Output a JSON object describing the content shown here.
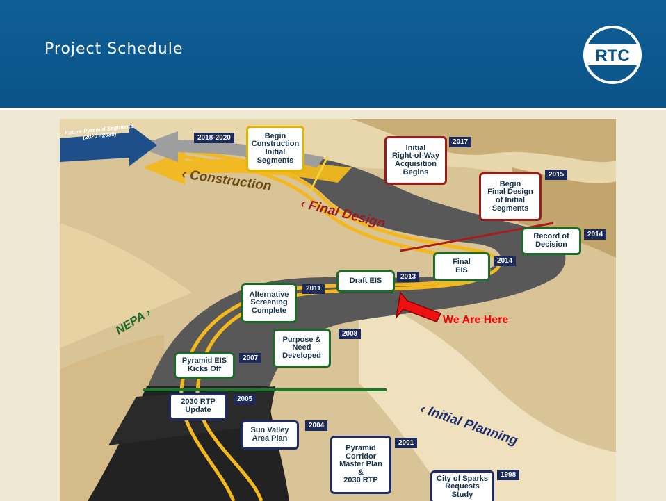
{
  "header": {
    "title": "Project Schedule",
    "logo_text": "RTC"
  },
  "milestones": [
    {
      "key": "begin_construction",
      "text": "Begin\nConstruction\nInitial\nSegments",
      "year": "2018-2020"
    },
    {
      "key": "row_acq",
      "text": "Initial\nRight-of-Way\nAcquisition\nBegins",
      "year": "2017"
    },
    {
      "key": "begin_final_design",
      "text": "Begin\nFinal Design\nof Initial\nSegments",
      "year": "2015"
    },
    {
      "key": "record_of_decision",
      "text": "Record of\nDecision",
      "year": "2014"
    },
    {
      "key": "final_eis",
      "text": "Final\nEIS",
      "year": "2014"
    },
    {
      "key": "draft_eis",
      "text": "Draft EIS",
      "year": "2013"
    },
    {
      "key": "alt_screening",
      "text": "Alternative\nScreening\nComplete",
      "year": "2011"
    },
    {
      "key": "purpose_need",
      "text": "Purpose &\nNeed\nDeveloped",
      "year": "2008"
    },
    {
      "key": "pyramid_eis",
      "text": "Pyramid EIS\nKicks Off",
      "year": "2007"
    },
    {
      "key": "rtp_update",
      "text": "2030 RTP\nUpdate",
      "year": "2005"
    },
    {
      "key": "sun_valley",
      "text": "Sun Valley\nArea Plan",
      "year": "2004"
    },
    {
      "key": "corridor_plan",
      "text": "Pyramid\nCorridor\nMaster Plan\n&\n2030 RTP",
      "year": "2001"
    },
    {
      "key": "sparks_study",
      "text": "City of Sparks\nRequests\nStudy",
      "year": "1998"
    }
  ],
  "future_arrow": "Future Pyramid Segments (2020 - 2030)",
  "phases": {
    "construction": "Construction",
    "final_design": "Final Design",
    "nepa": "NEPA",
    "initial_planning": "Initial Planning"
  },
  "callout": "We Are Here",
  "colors": {
    "header": "#0a5388",
    "road": "#2b2b2b",
    "sand": "#d9c497",
    "accent_red": "#ff0000"
  }
}
